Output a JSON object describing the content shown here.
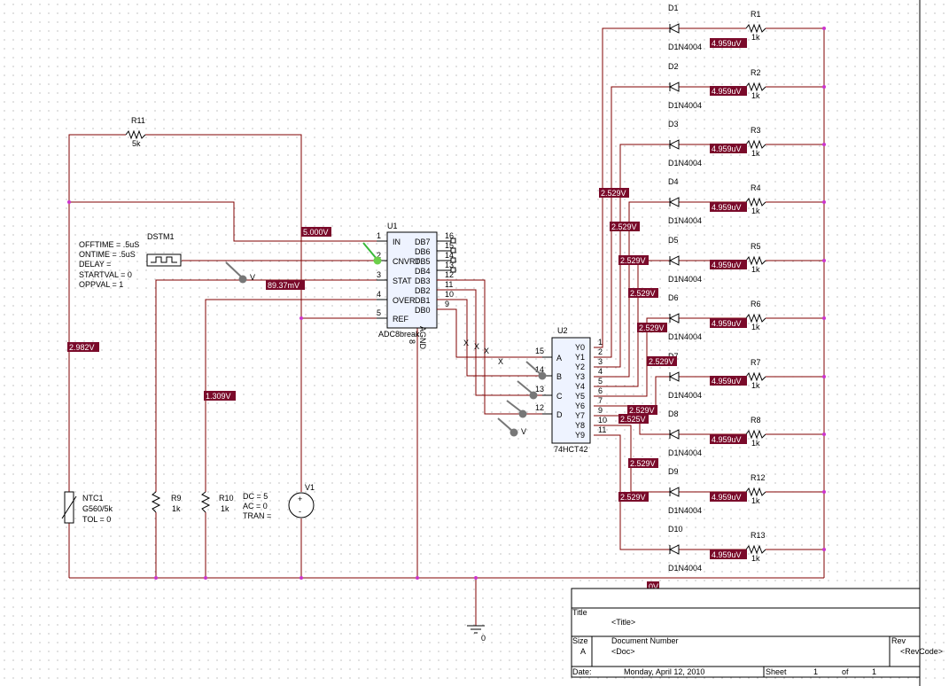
{
  "schematic": {
    "resistors": {
      "R11": {
        "ref": "R11",
        "value": "5k"
      },
      "R9": {
        "ref": "R9",
        "value": "1k"
      },
      "R10": {
        "ref": "R10",
        "value": "1k"
      },
      "R1": {
        "ref": "R1",
        "value": "1k"
      },
      "R2": {
        "ref": "R2",
        "value": "1k"
      },
      "R3": {
        "ref": "R3",
        "value": "1k"
      },
      "R4": {
        "ref": "R4",
        "value": "1k"
      },
      "R5": {
        "ref": "R5",
        "value": "1k"
      },
      "R6": {
        "ref": "R6",
        "value": "1k"
      },
      "R7": {
        "ref": "R7",
        "value": "1k"
      },
      "R8": {
        "ref": "R8",
        "value": "1k"
      },
      "R12": {
        "ref": "R12",
        "value": "1k"
      },
      "R13": {
        "ref": "R13",
        "value": "1k"
      }
    },
    "diodes": {
      "D1": {
        "ref": "D1",
        "model": "D1N4004"
      },
      "D2": {
        "ref": "D2",
        "model": "D1N4004"
      },
      "D3": {
        "ref": "D3",
        "model": "D1N4004"
      },
      "D4": {
        "ref": "D4",
        "model": "D1N4004"
      },
      "D5": {
        "ref": "D5",
        "model": "D1N4004"
      },
      "D6": {
        "ref": "D6",
        "model": "D1N4004"
      },
      "D7": {
        "ref": "D7",
        "model": "D1N4004"
      },
      "D8": {
        "ref": "D8",
        "model": "D1N4004"
      },
      "D9": {
        "ref": "D9",
        "model": "D1N4004"
      },
      "D10": {
        "ref": "D10",
        "model": "D1N4004"
      }
    },
    "dstm": {
      "ref": "DSTM1",
      "params": [
        "OFFTIME = .5uS",
        "ONTIME = .5uS",
        "DELAY =",
        "STARTVAL = 0",
        "OPPVAL = 1"
      ]
    },
    "ntc": {
      "ref": "NTC1",
      "model": "G560/5k",
      "tol": "TOL = 0"
    },
    "vsource": {
      "ref": "V1",
      "dc": "DC = 5",
      "ac": "AC = 0",
      "tran": "TRAN =",
      "plus": "+",
      "minus": "-"
    },
    "adc": {
      "ref": "U1",
      "name": "ADC8break",
      "pins_left": [
        {
          "label": "IN",
          "num": "1"
        },
        {
          "label": "CNVRT",
          "num": "2"
        },
        {
          "label": "STAT",
          "num": "3"
        },
        {
          "label": "OVER",
          "num": "4"
        },
        {
          "label": "REF",
          "num": "5"
        }
      ],
      "pins_right": [
        {
          "label": "DB7",
          "num": "16"
        },
        {
          "label": "DB6",
          "num": "15"
        },
        {
          "label": "DB5",
          "num": "14"
        },
        {
          "label": "DB4",
          "num": "13"
        },
        {
          "label": "DB3",
          "num": "12"
        },
        {
          "label": "DB2",
          "num": "11"
        },
        {
          "label": "DB1",
          "num": "10"
        },
        {
          "label": "DB0",
          "num": "9"
        }
      ],
      "agnd_label": "AGND",
      "agnd_pin": "8"
    },
    "decoder": {
      "ref": "U2",
      "name": "74HCT42",
      "pins_left": [
        {
          "label": "A",
          "num": "15"
        },
        {
          "label": "B",
          "num": "14"
        },
        {
          "label": "C",
          "num": "13"
        },
        {
          "label": "D",
          "num": "12"
        }
      ],
      "pins_right": [
        {
          "label": "Y0",
          "num": "1"
        },
        {
          "label": "Y1",
          "num": "2"
        },
        {
          "label": "Y2",
          "num": "3"
        },
        {
          "label": "Y3",
          "num": "4"
        },
        {
          "label": "Y4",
          "num": "5"
        },
        {
          "label": "Y5",
          "num": "6"
        },
        {
          "label": "Y6",
          "num": "7"
        },
        {
          "label": "Y7",
          "num": "9"
        },
        {
          "label": "Y8",
          "num": "10"
        },
        {
          "label": "Y9",
          "num": "11"
        }
      ]
    },
    "voltages": {
      "vin": "5.000V",
      "vstat": "89.37mV",
      "vntc": "2.982V",
      "vr10": "1.309V",
      "vgnd": "0V",
      "vrow": "4.959uV",
      "vout": "2.529V",
      "vout_a": "2.525V",
      "vout_b": "2.529V"
    },
    "bus_marks": "X",
    "ground_label": "0",
    "probe_label": "V",
    "title_block": {
      "title_caption": "Title",
      "title_value": "<Title>",
      "size_caption": "Size",
      "size_value": "A",
      "docnum_caption": "Document Number",
      "docnum_value": "<Doc>",
      "rev_caption": "Rev",
      "rev_value": "<RevCode>",
      "date_caption": "Date:",
      "date_value": "Monday, April 12, 2010",
      "sheet_caption": "Sheet",
      "sheet_num": "1",
      "of_caption": "of",
      "sheet_total": "1"
    }
  }
}
